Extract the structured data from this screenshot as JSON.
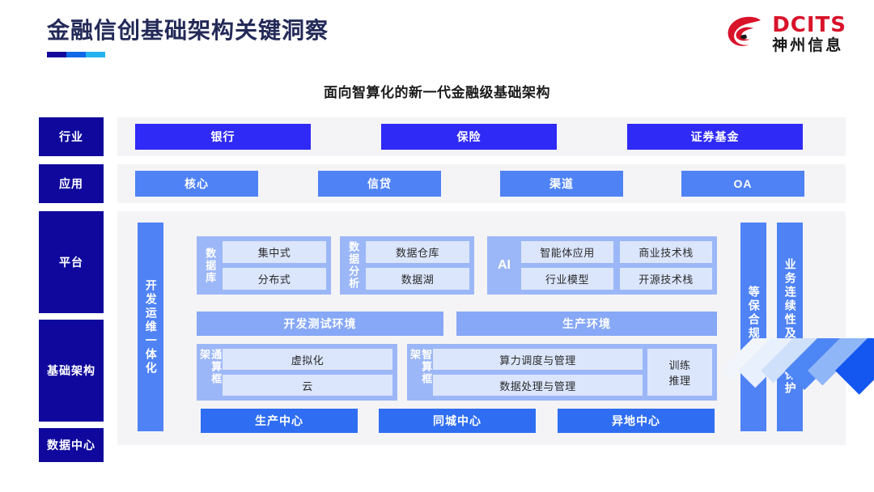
{
  "header": {
    "title": "金融信创基础架构关键洞察",
    "logo_en": "DCITS",
    "logo_cn": "神州信息",
    "logo_icon": "dcits-swirl-logo"
  },
  "subtitle": "面向智算化的新一代金融级基础架构",
  "colors": {
    "navy": "#10089c",
    "bright_blue": "#2f2af5",
    "mid_blue": "#4f82f5",
    "group_blue": "#9cb7f7",
    "cell_blue": "#dbe6fd",
    "band_grey": "#f4f4f6",
    "logo_red": "#d8132a",
    "title_navy": "#232a58"
  },
  "side_labels": [
    {
      "id": "industry",
      "label": "行业"
    },
    {
      "id": "application",
      "label": "应用"
    },
    {
      "id": "platform",
      "label": "平台"
    },
    {
      "id": "infrastructure",
      "label": "基础架构"
    },
    {
      "id": "datacenter",
      "label": "数据中心"
    }
  ],
  "industry_row": [
    {
      "label": "银行"
    },
    {
      "label": "保险"
    },
    {
      "label": "证券基金"
    }
  ],
  "application_row": [
    {
      "label": "核心"
    },
    {
      "label": "信贷"
    },
    {
      "label": "渠道"
    },
    {
      "label": "OA"
    }
  ],
  "vertical_bars": {
    "left": "开发运维一体化",
    "right_inner": "等保合规安全",
    "right_outer": "业务连续性及数据保护"
  },
  "platform_groups": [
    {
      "id": "database",
      "label": "数据库",
      "orientation": "vertical",
      "cells": [
        "集中式",
        "分布式"
      ]
    },
    {
      "id": "data-analysis",
      "label": "数据分析",
      "orientation": "vertical",
      "cells": [
        "数据仓库",
        "数据湖"
      ]
    },
    {
      "id": "ai",
      "label": "AI",
      "orientation": "horizontal",
      "cells": [
        "智能体应用",
        "商业技术栈",
        "行业模型",
        "开源技术栈"
      ]
    }
  ],
  "environments": [
    {
      "label": "开发测试环境"
    },
    {
      "label": "生产环境"
    }
  ],
  "compute_groups": [
    {
      "id": "general-compute",
      "label": "通算框架",
      "cells": [
        "虚拟化",
        "云"
      ]
    },
    {
      "id": "intelligent-compute",
      "label": "智算框架",
      "cells": [
        "算力调度与管理",
        "数据处理与管理"
      ],
      "side_cell": "训练\n推理"
    }
  ],
  "datacenter_row": [
    {
      "label": "生产中心"
    },
    {
      "label": "同城中心"
    },
    {
      "label": "异地中心"
    }
  ]
}
